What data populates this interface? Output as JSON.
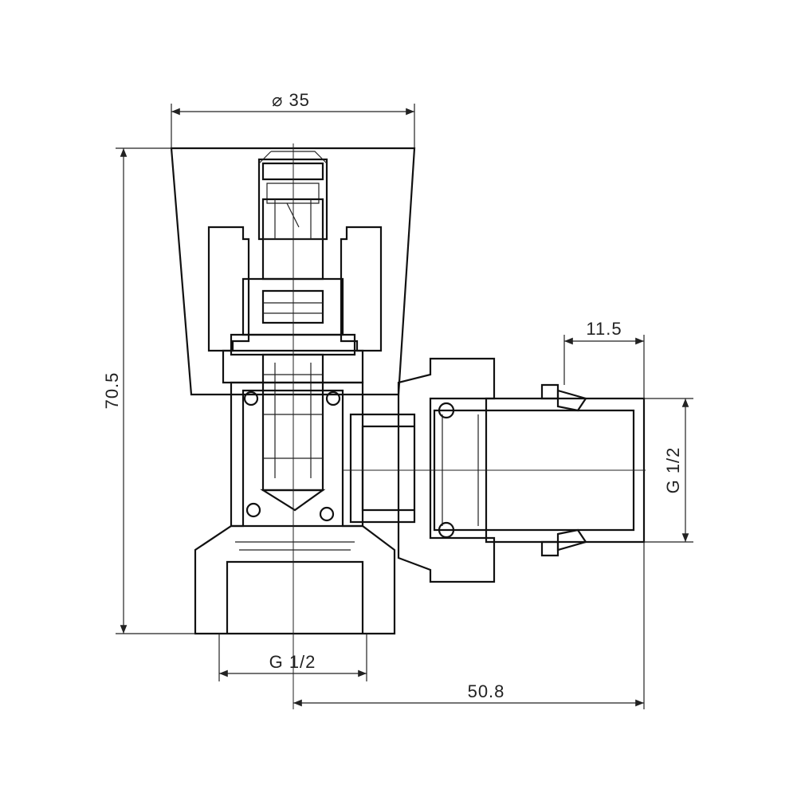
{
  "dimensions": {
    "handle_diameter": "35",
    "diameter_symbol": "⌀",
    "overall_height": "70.5",
    "outlet_length": "11.5",
    "outlet_thread": "G 1/2",
    "inlet_thread": "G 1/2",
    "outlet_offset": "50.8"
  },
  "colors": {
    "line": "#111111",
    "hatch": "#222222",
    "background": "#ffffff"
  }
}
